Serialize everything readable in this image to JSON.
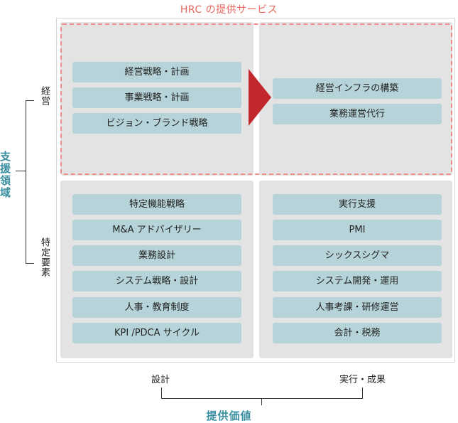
{
  "top_title": "HRC の提供サービス",
  "side_title": "支援領域",
  "side_labels": {
    "management": "経営",
    "specific": "特定要素"
  },
  "bottom_title": "提供価値",
  "bottom_labels": {
    "design": "設計",
    "execution": "実行・成果"
  },
  "quadrants": {
    "management_design": [
      "経営戦略・計画",
      "事業戦略・計画",
      "ビジョン・ブランド戦略"
    ],
    "management_execution": [
      "経営インフラの構築",
      "業務運営代行"
    ],
    "specific_design": [
      "特定機能戦略",
      "M&A アドバイザリー",
      "業務設計",
      "システム戦略・設計",
      "人事・教育制度",
      "KPI /PDCA サイクル"
    ],
    "specific_execution": [
      "実行支援",
      "PMI",
      "シックスシグマ",
      "システム開発・運用",
      "人事考課・研修運営",
      "会計・税務"
    ]
  },
  "colors": {
    "accent_red": "#c1272d",
    "dashed_border": "#f08c89",
    "item_fill": "#b5d3d8",
    "title_teal": "#3a8fa0"
  }
}
